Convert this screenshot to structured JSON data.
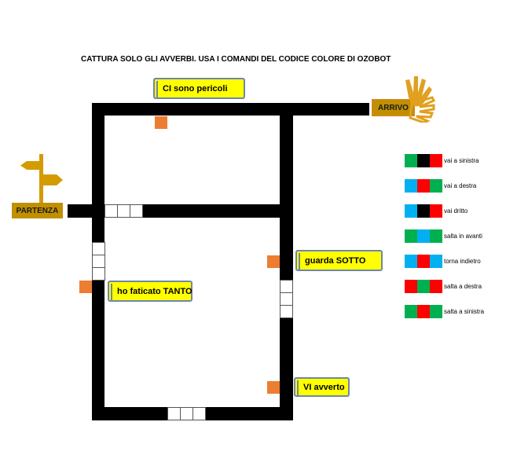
{
  "title": "CATTURA SOLO GLI AVVERBI. USA I COMANDI DEL CODICE COLORE DI OZOBOT",
  "banners": {
    "b1": "CI sono pericoli",
    "b2": "guarda SOTTO",
    "b3": "ho faticato TANTO",
    "b4": "VI avverto"
  },
  "signs": {
    "start": "PARTENZA",
    "end": "ARRIVO"
  },
  "colors": {
    "green": "#00b050",
    "black": "#000000",
    "red": "#ff0000",
    "blue": "#00b0f0",
    "orange": "#ed7d31",
    "gold": "#c09000"
  },
  "legend": [
    {
      "label": "vai a sinistra",
      "codes": [
        "#00b050",
        "#000000",
        "#ff0000"
      ]
    },
    {
      "label": "vai a destra",
      "codes": [
        "#00b0f0",
        "#ff0000",
        "#00b050"
      ]
    },
    {
      "label": "vai dritto",
      "codes": [
        "#00b0f0",
        "#000000",
        "#ff0000"
      ]
    },
    {
      "label": "salta in avanti",
      "codes": [
        "#00b050",
        "#00b0f0",
        "#00b050"
      ]
    },
    {
      "label": "torna indietro",
      "codes": [
        "#00b0f0",
        "#ff0000",
        "#00b0f0"
      ]
    },
    {
      "label": "salta a destra",
      "codes": [
        "#ff0000",
        "#00b050",
        "#ff0000"
      ]
    },
    {
      "label": "salta a sinistra",
      "codes": [
        "#00b050",
        "#ff0000",
        "#00b050"
      ]
    }
  ]
}
